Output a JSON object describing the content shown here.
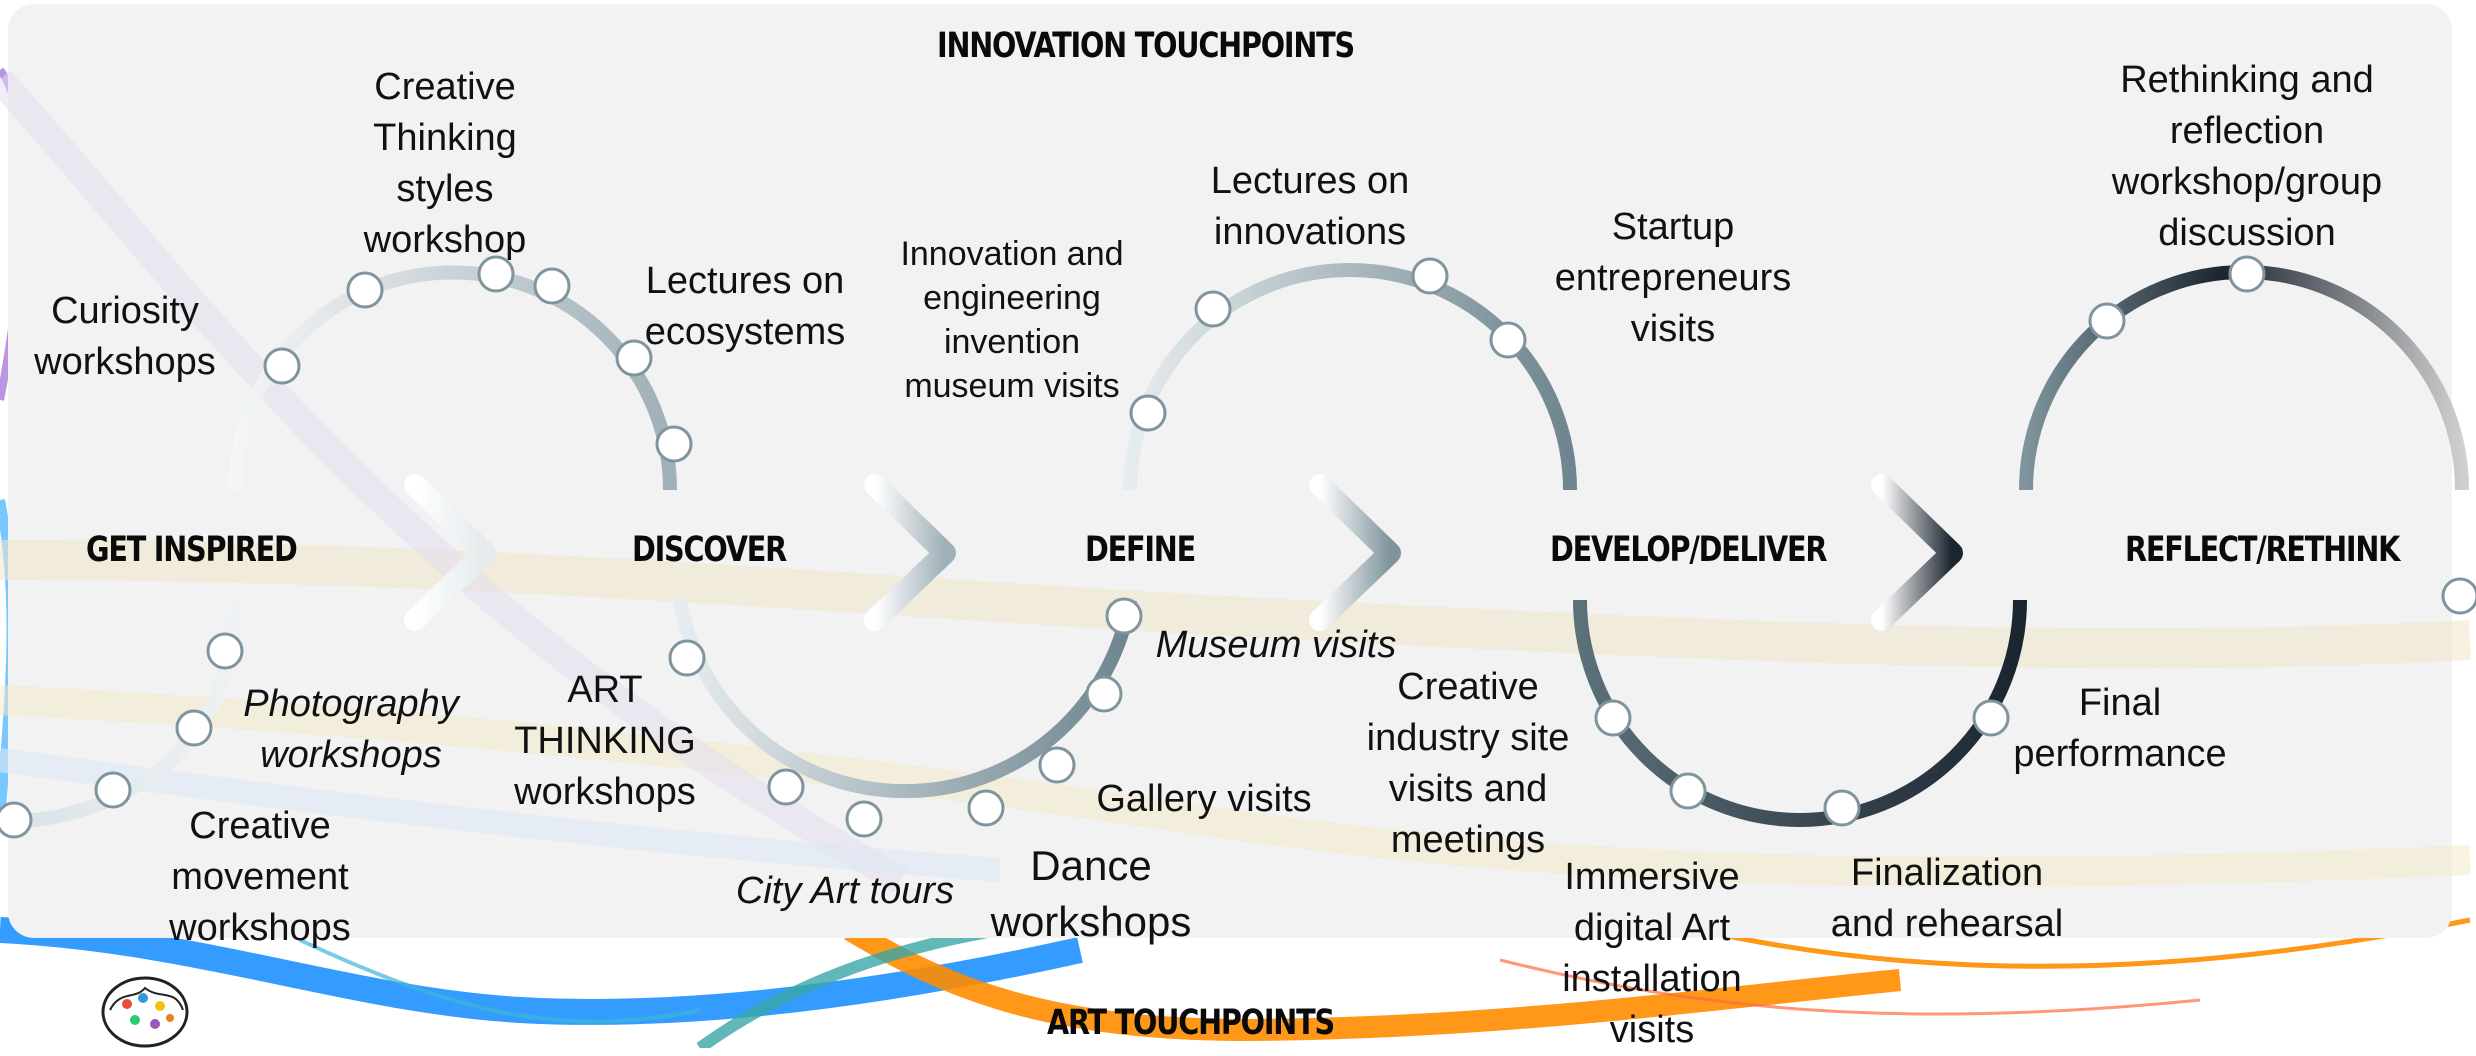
{
  "headers": {
    "innovation": "INNOVATION TOUCHPOINTS",
    "art": "ART TOUCHPOINTS"
  },
  "stages": [
    {
      "label": "GET INSPIRED"
    },
    {
      "label": "DISCOVER"
    },
    {
      "label": "DEFINE"
    },
    {
      "label": "DEVELOP/DELIVER"
    },
    {
      "label": "REFLECT/RETHINK"
    }
  ],
  "innovation_touchpoints": {
    "curiosity": "Curiosity\nworkshops",
    "creative_thinking": "Creative\nThinking\nstyles\nworkshop",
    "ecosystems": "Lectures on\necosystems",
    "museum_invention": "Innovation and\nengineering\ninvention\nmuseum visits",
    "lectures_innovations": "Lectures on\ninnovations",
    "startup": "Startup\nentrepreneurs\nvisits",
    "rethinking": "Rethinking and\nreflection\nworkshop/group\ndiscussion"
  },
  "art_touchpoints": {
    "photography": "Photography\nworkshops",
    "creative_movement": "Creative\nmovement\nworkshops",
    "art_thinking": "ART\nTHINKING\nworkshops",
    "city_art": "City Art tours",
    "dance": "Dance\nworkshops",
    "museum": "Museum visits",
    "gallery": "Gallery visits",
    "creative_industry": "Creative\nindustry site\nvisits and\nmeetings",
    "immersive": "Immersive\ndigital Art\ninstallation\nvisits",
    "finalization": "Finalization\nand rehearsal",
    "final_performance": "Final\nperformance"
  },
  "colors": {
    "panel": "#f2f2f2",
    "arc_light": "#dfe6e9",
    "arc_mid": "#8fa2ab",
    "arc_dark": "#1c2631",
    "ribbon_blue": "#1e90ff",
    "ribbon_orange": "#ff8c00",
    "ribbon_teal": "#3aa6a6"
  }
}
